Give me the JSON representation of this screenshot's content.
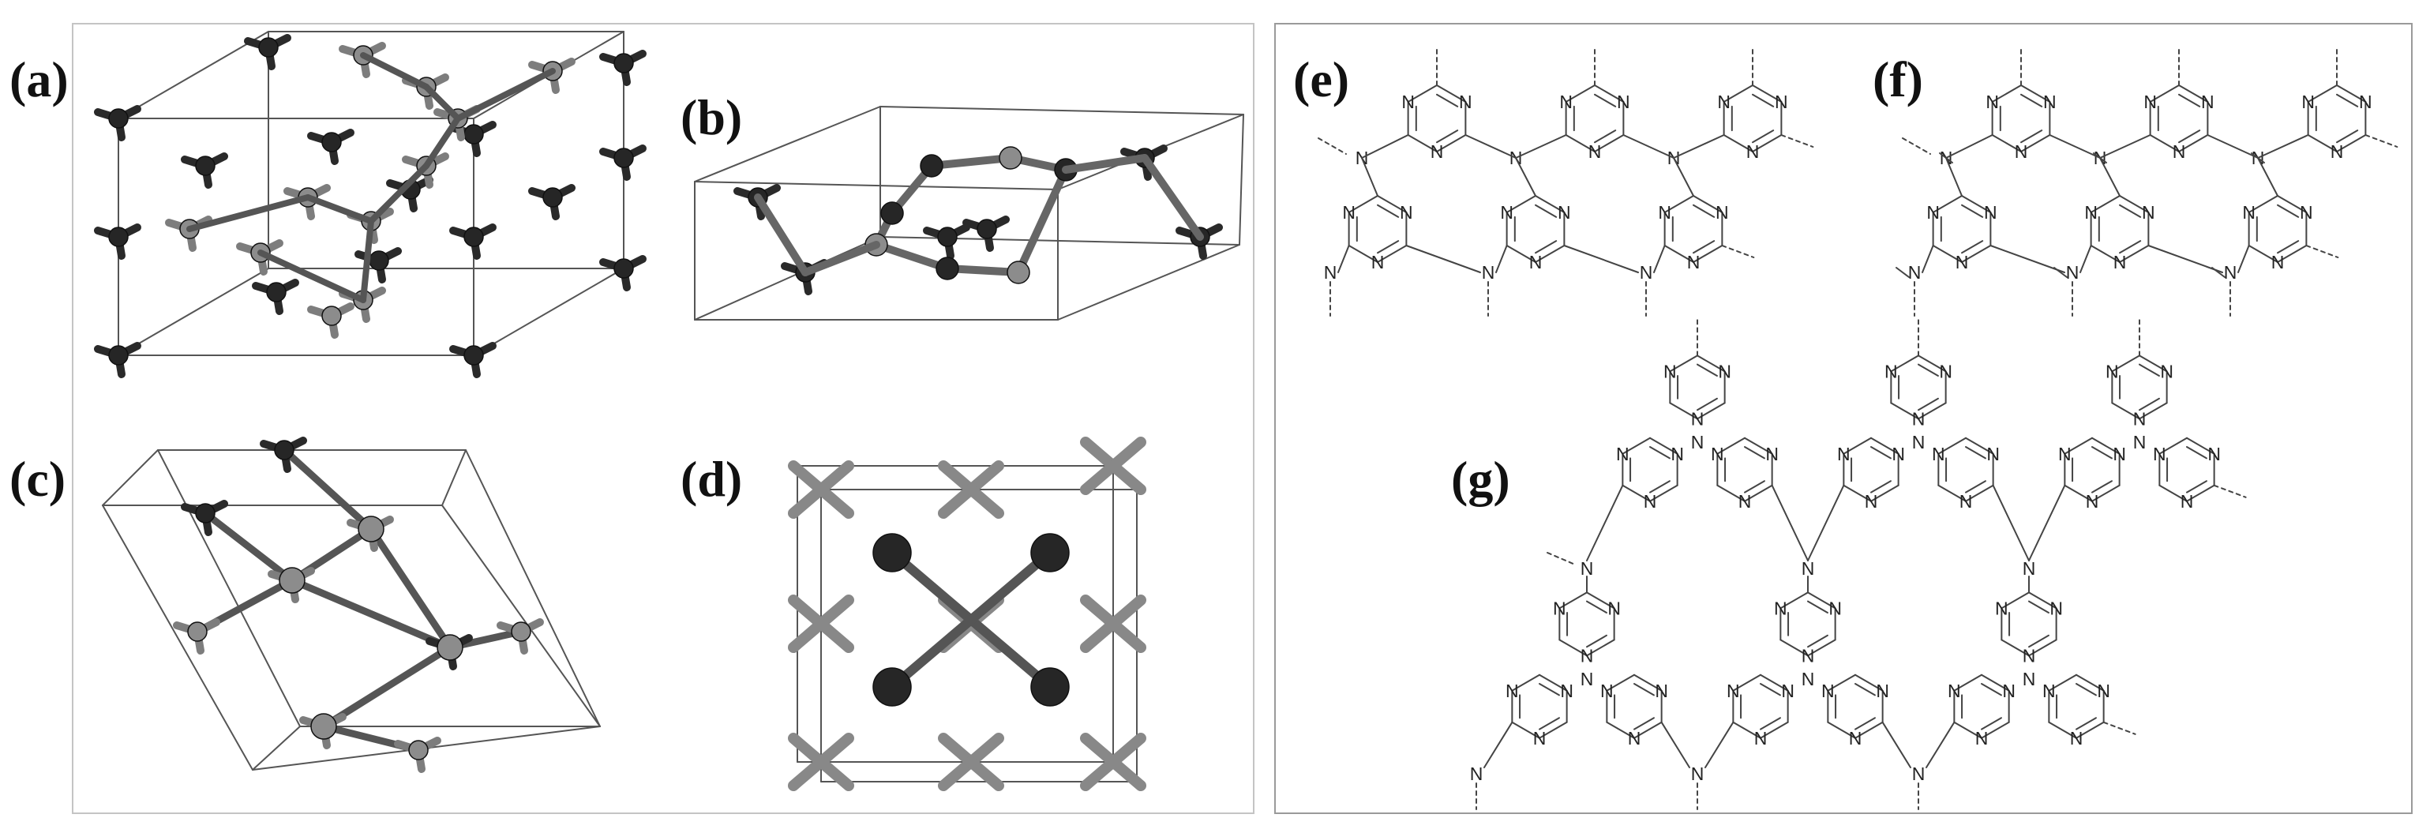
{
  "figure": {
    "panel_labels": [
      "(a)",
      "(b)",
      "(c)",
      "(d)",
      "(e)",
      "(f)",
      "(g)"
    ],
    "atom_label": "N",
    "colors": {
      "dark_atom": "#262626",
      "light_atom": "#8c8c8c",
      "bond": "#333333",
      "frame": "#555555"
    }
  }
}
